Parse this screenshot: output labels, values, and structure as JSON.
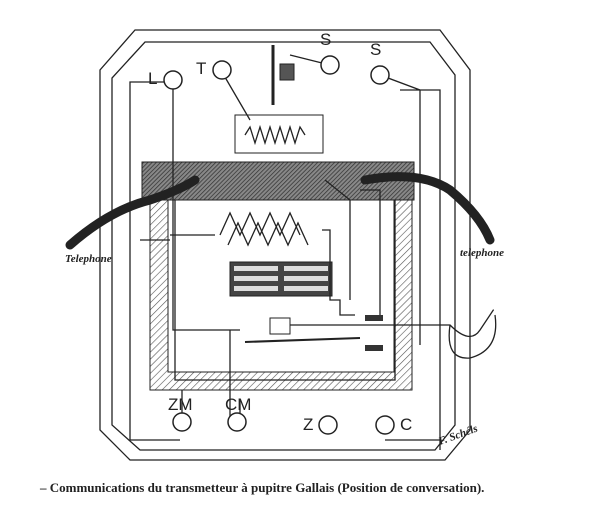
{
  "terminals": {
    "L": "L",
    "T": "T",
    "S1": "S",
    "S2": "S",
    "ZM": "ZM",
    "CM": "CM",
    "Z": "Z",
    "C": "C"
  },
  "cords": {
    "left": "Telephone",
    "right": "telephone"
  },
  "signature": "F. Schéls",
  "caption": "– Communications du transmetteur à pupitre Gallais (Position de conversation)."
}
